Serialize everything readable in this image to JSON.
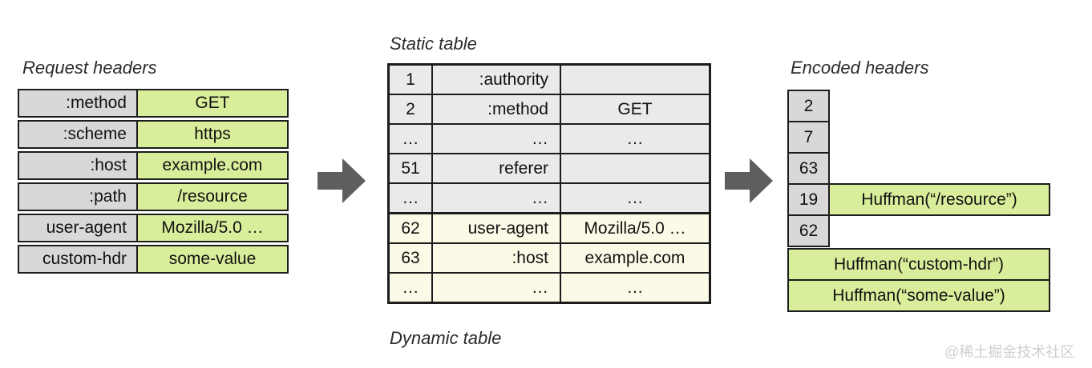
{
  "labels": {
    "request_headers": "Request headers",
    "static_table": "Static table",
    "dynamic_table": "Dynamic table",
    "encoded_headers": "Encoded headers"
  },
  "request_table": {
    "rows": [
      {
        "name": ":method",
        "value": "GET"
      },
      {
        "name": ":scheme",
        "value": "https"
      },
      {
        "name": ":host",
        "value": "example.com"
      },
      {
        "name": ":path",
        "value": "/resource"
      },
      {
        "name": "user-agent",
        "value": "Mozilla/5.0 …"
      },
      {
        "name": "custom-hdr",
        "value": "some-value"
      }
    ]
  },
  "lookup_table": {
    "rows": [
      {
        "index": "1",
        "name": ":authority",
        "value": "",
        "section": "static"
      },
      {
        "index": "2",
        "name": ":method",
        "value": "GET",
        "section": "static"
      },
      {
        "index": "…",
        "name": "…",
        "value": "…",
        "section": "static"
      },
      {
        "index": "51",
        "name": "referer",
        "value": "",
        "section": "static"
      },
      {
        "index": "…",
        "name": "…",
        "value": "…",
        "section": "static"
      },
      {
        "index": "62",
        "name": "user-agent",
        "value": "Mozilla/5.0 …",
        "section": "dynamic"
      },
      {
        "index": "63",
        "name": ":host",
        "value": "example.com",
        "section": "dynamic"
      },
      {
        "index": "…",
        "name": "…",
        "value": "…",
        "section": "dynamic"
      }
    ]
  },
  "encoded": {
    "indices": [
      "2",
      "7",
      "63",
      "19",
      "62"
    ],
    "resource_literal": "Huffman(“/resource”)",
    "literals": [
      "Huffman(“custom-hdr”)",
      "Huffman(“some-value”)"
    ]
  },
  "watermark": "@稀土掘金技术社区",
  "colors": {
    "key_gray": "#d8d8d8",
    "value_green": "#d9ee9b",
    "static_row_gray": "#eaeaea",
    "dynamic_row_cream": "#fbfae6",
    "border_black": "#1c1c1c",
    "arrow_gray": "#5e5e5e",
    "watermark_gray": "#cfcfcf"
  }
}
